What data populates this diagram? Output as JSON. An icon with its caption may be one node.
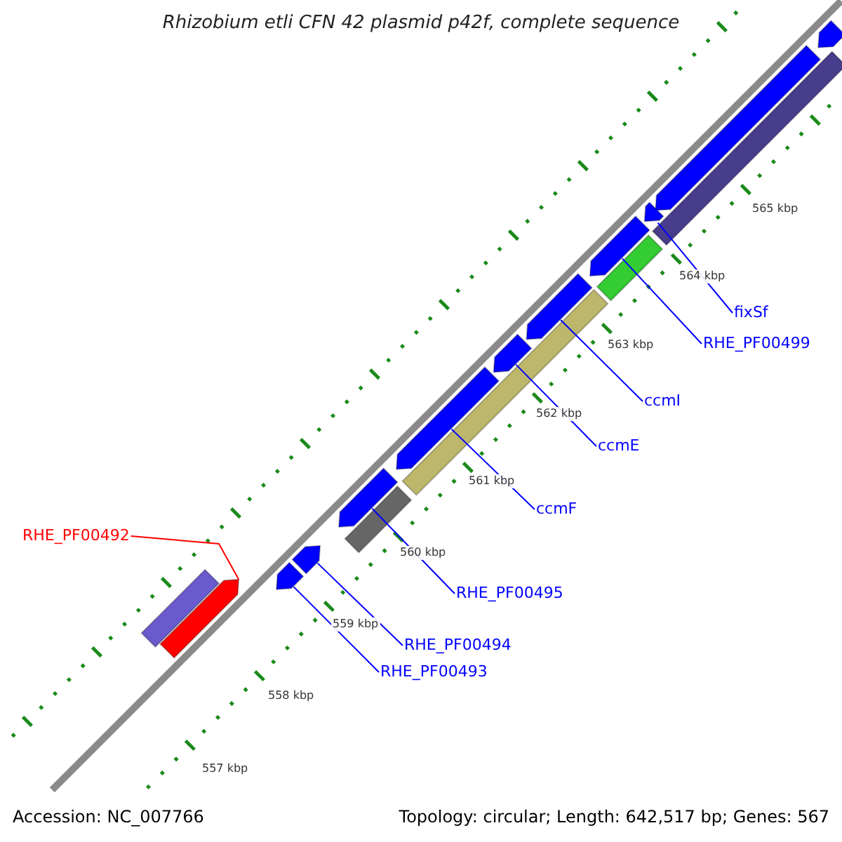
{
  "diagram": {
    "title": "Rhizobium etli CFN 42 plasmid p42f, complete sequence",
    "nodes": [
      {
        "text": [
          "fixSf"
        ]
      },
      {
        "text": [
          "RHE_PF00499"
        ]
      },
      {
        "text": [
          "ccmI"
        ]
      },
      {
        "text": [
          "ccmE"
        ]
      },
      {
        "text": [
          "ccmF"
        ]
      },
      {
        "text": [
          "RHE_PF00492"
        ]
      },
      {
        "text": [
          "RHE_PF00495"
        ]
      },
      {
        "text": [
          "RHE_PF00494"
        ]
      },
      {
        "text": [
          "RHE_PF00493"
        ]
      },
      {
        "text": [],
        "shape": "arrow"
      },
      {
        "text": [],
        "shape": "arrow"
      },
      {
        "text": [],
        "shape": "bar"
      },
      {
        "text": [],
        "shape": "arrow"
      },
      {
        "text": [],
        "shape": "arrow"
      },
      {
        "text": [],
        "shape": "bar"
      },
      {
        "text": [],
        "shape": "arrow"
      },
      {
        "text": [],
        "shape": "arrow"
      },
      {
        "text": [],
        "shape": "bar"
      },
      {
        "text": [],
        "shape": "arrow"
      },
      {
        "text": [],
        "shape": "arrow"
      },
      {
        "text": [],
        "shape": "bar"
      },
      {
        "text": [],
        "shape": "arrow"
      },
      {
        "text": [],
        "shape": "arrow"
      },
      {
        "text": [],
        "shape": "bar"
      },
      {
        "text": [],
        "shape": "arrow"
      }
    ],
    "edges": [
      {
        "from": 0,
        "to": 12,
        "arrow": "none"
      },
      {
        "from": 1,
        "to": 13,
        "arrow": "none"
      },
      {
        "from": 2,
        "to": 15,
        "arrow": "none"
      },
      {
        "from": 3,
        "to": 16,
        "arrow": "none"
      },
      {
        "from": 4,
        "to": 18,
        "arrow": "none"
      },
      {
        "from": 5,
        "to": 24,
        "arrow": "none",
        "color": "#ff0000"
      },
      {
        "from": 6,
        "to": 19,
        "arrow": "none"
      },
      {
        "from": 7,
        "to": 21,
        "arrow": "none"
      },
      {
        "from": 8,
        "to": 22,
        "arrow": "none"
      }
    ],
    "labels": [
      "565 kbp",
      "564 kbp",
      "563 kbp",
      "562 kbp",
      "561 kbp",
      "560 kbp",
      "559 kbp",
      "558 kbp",
      "557 kbp",
      "Accession: NC_007766",
      "Topology: circular; Length: 642,517 bp; Genes: 567"
    ]
  }
}
